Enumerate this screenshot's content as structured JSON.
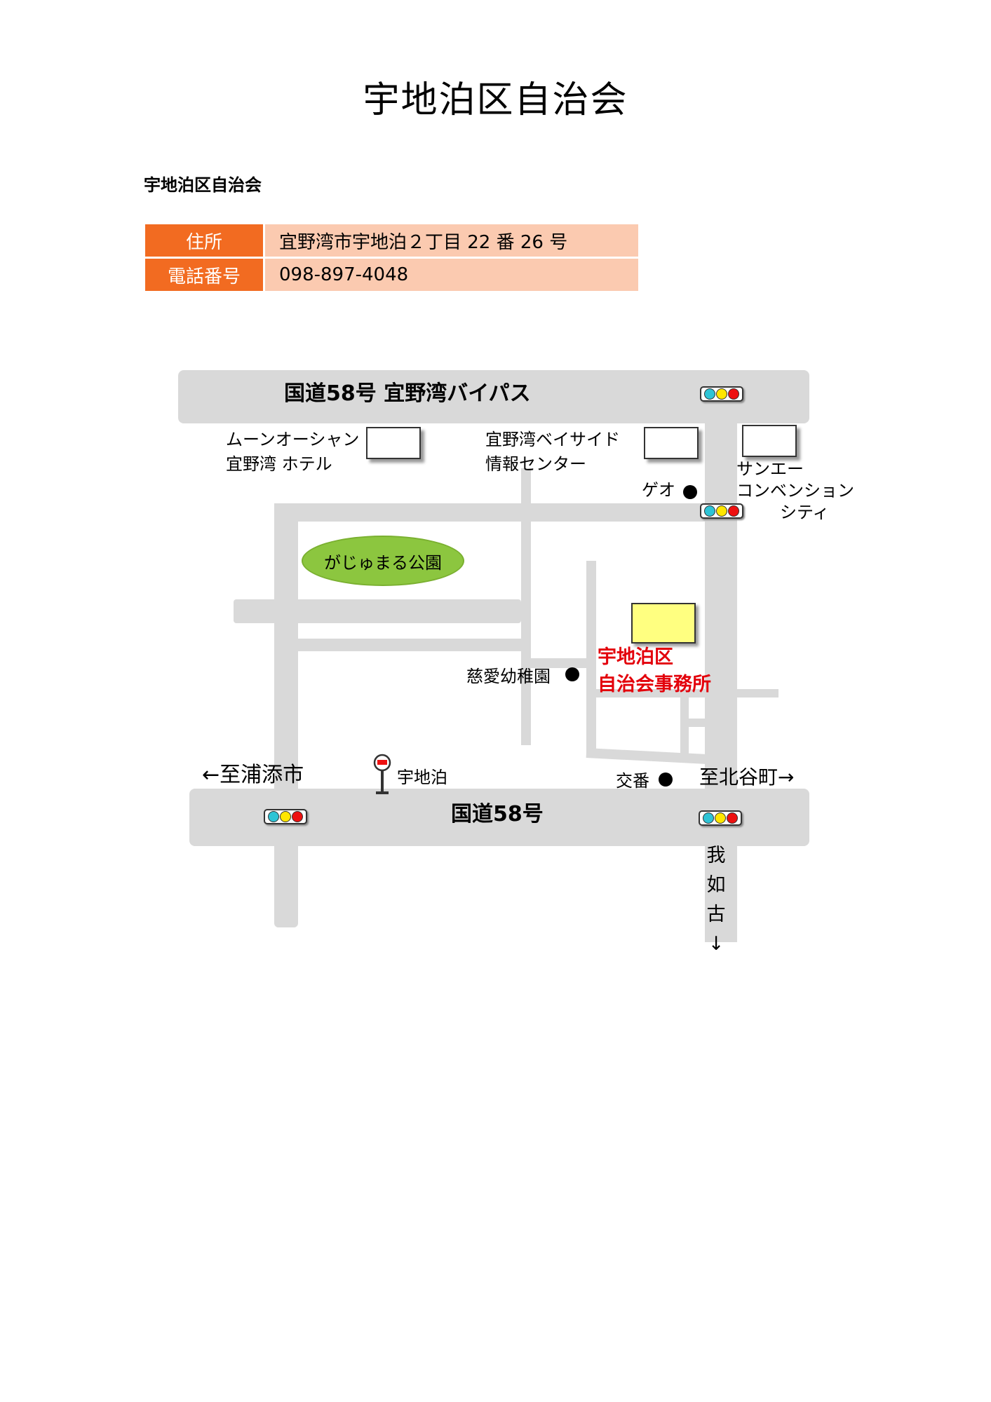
{
  "header": {
    "title": "宇地泊区自治会"
  },
  "org_name": "宇地泊区自治会",
  "info": {
    "address_label": "住所",
    "address_value": "宜野湾市宇地泊２丁目 22 番 26 号",
    "phone_label": "電話番号",
    "phone_value": "098-897-4048"
  },
  "map": {
    "bypass_label": "国道58号 宜野湾バイパス",
    "route58_label": "国道58号",
    "moon_ocean_line1": "ムーンオーシャン",
    "moon_ocean_line2": "宜野湾 ホテル",
    "bayside_line1": "宜野湾ベイサイド",
    "bayside_line2": "情報センター",
    "sanei_line1": "サンエー",
    "sanei_line2": "コンベンション",
    "sanei_line3": "シティ",
    "geo_label": "ゲオ",
    "park_label": "がじゅまる公園",
    "kindergarten_label": "慈愛幼稚園",
    "office_line1": "宇地泊区",
    "office_line2": "自治会事務所",
    "to_urasoe": "←至浦添市",
    "to_chatan": "至北谷町→",
    "bus_stop_label": "宇地泊",
    "koban_label": "交番",
    "ginoza_chars": [
      "我",
      "如",
      "古",
      "↓"
    ],
    "colors": {
      "office": "#ffff80",
      "office_text": "#e3000b",
      "park": "#8cc63f",
      "road": "#d9d9d9",
      "label_bg": "#f26b21",
      "value_bg": "#fbcab0"
    }
  }
}
